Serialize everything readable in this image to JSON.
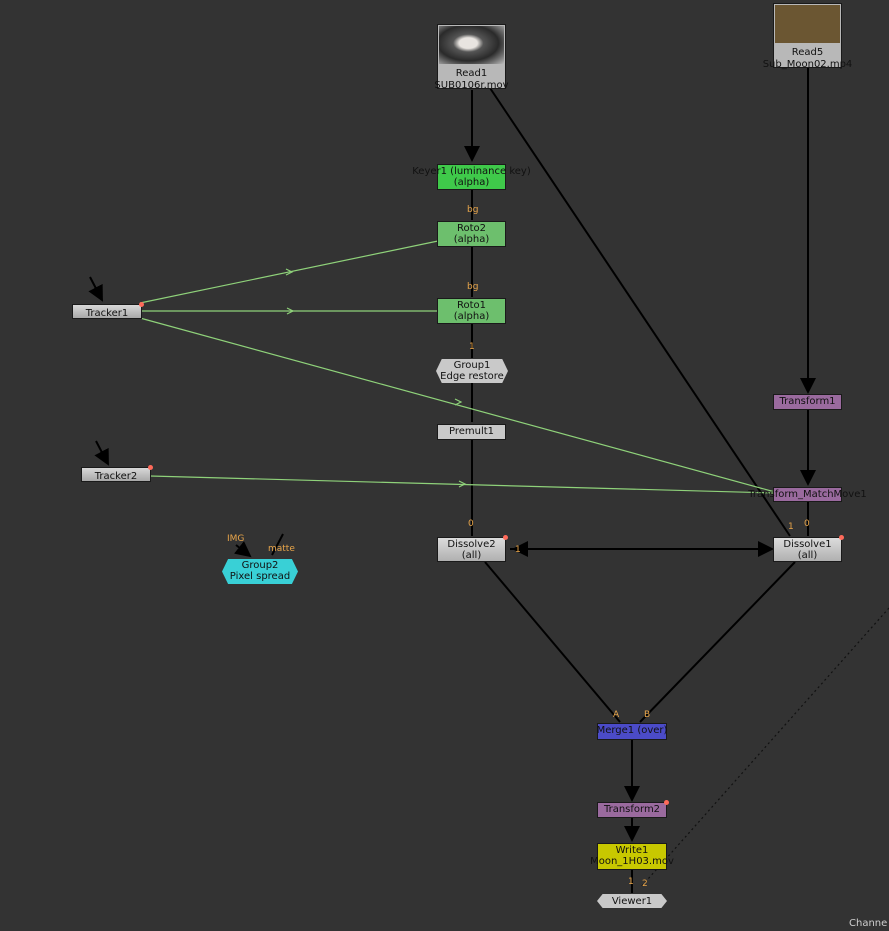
{
  "colors": {
    "background": "#333333",
    "wire_pipe": "#000000",
    "wire_tracker": "#8fd27a",
    "node_read": "#b8b8b8",
    "node_keyer": "#3fc94a",
    "node_roto": "#6dbf6d",
    "node_group": "#c9c9c9",
    "node_group_cyan": "#39d0d6",
    "node_transform": "#9a6a9e",
    "node_merge": "#4b4bc8",
    "node_write": "#c8c800",
    "node_viewer": "#c9c9c9",
    "input_label": "#e8a54a"
  },
  "nodes": {
    "read1": {
      "name": "Read1",
      "sub": "SUB0106r.mov",
      "thumb": "hand-photo-thumbnail"
    },
    "read5": {
      "name": "Read5",
      "sub": "Sub_Moon02.mp4",
      "thumb": "brown-frame-thumbnail"
    },
    "keyer1": {
      "name": "Keyer1 (luminance key)",
      "sub": "(alpha)"
    },
    "roto2": {
      "name": "Roto2",
      "sub": "(alpha)"
    },
    "roto1": {
      "name": "Roto1",
      "sub": "(alpha)"
    },
    "group1": {
      "name": "Group1",
      "sub": "Edge restore"
    },
    "premult1": {
      "name": "Premult1"
    },
    "tracker1": {
      "name": "Tracker1"
    },
    "tracker2": {
      "name": "Tracker2"
    },
    "group2": {
      "name": "Group2",
      "sub": "Pixel spread"
    },
    "transform1": {
      "name": "Transform1"
    },
    "transform_matchmove1": {
      "name": "Transform_MatchMove1"
    },
    "dissolve2": {
      "name": "Dissolve2",
      "sub": "(all)"
    },
    "dissolve1": {
      "name": "Dissolve1",
      "sub": "(all)"
    },
    "merge1": {
      "name": "Merge1 (over)"
    },
    "transform2": {
      "name": "Transform2"
    },
    "write1": {
      "name": "Write1",
      "sub": "Moon_1H03.mov"
    },
    "viewer1": {
      "name": "Viewer1"
    }
  },
  "input_labels": {
    "keyer_bg": "bg",
    "roto1_bg": "bg",
    "group1_in": "1",
    "dissolve2_0": "0",
    "dissolve2_1": "1",
    "dissolve1_1": "1",
    "dissolve1_0": "0",
    "group2_img": "IMG",
    "group2_matte": "matte",
    "merge_a": "A",
    "merge_b": "B",
    "viewer_1": "1",
    "viewer_2": "2"
  },
  "corner_text": "Channe"
}
